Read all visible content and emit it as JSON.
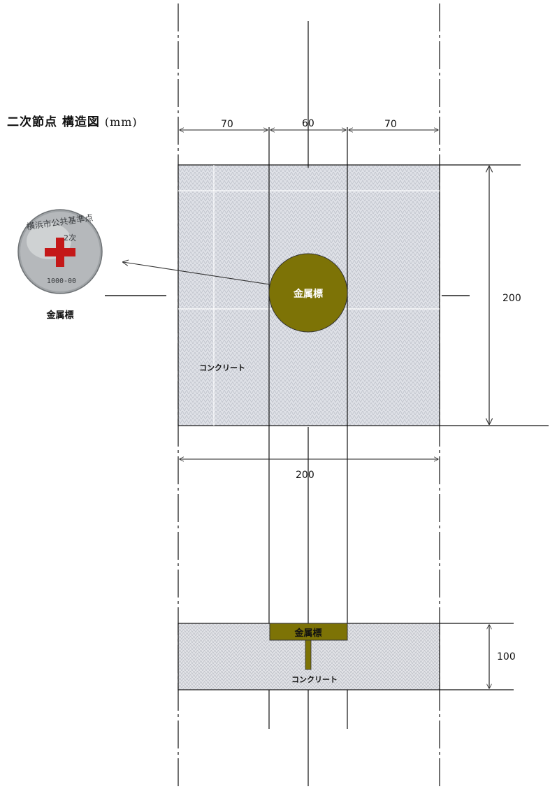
{
  "title": {
    "main": "二次節点  構造図",
    "unit": "(mm)"
  },
  "top_dimensions": {
    "left": "70",
    "middle": "60",
    "right": "70"
  },
  "width_dimension": "200",
  "height_dimension": "200",
  "section_height_dimension": "100",
  "plan_view": {
    "marker_label": "金属標",
    "material_label": "コンクリート"
  },
  "section_view": {
    "marker_label": "金属標",
    "material_label": "コンクリート"
  },
  "medallion": {
    "caption": "金属標",
    "inscription": "横浜市公共基準点",
    "sub_text": "2次",
    "number": "1000-00"
  },
  "colors": {
    "marker": "#7d7306",
    "concrete": "#d9dce3",
    "cross": "#c41818"
  }
}
